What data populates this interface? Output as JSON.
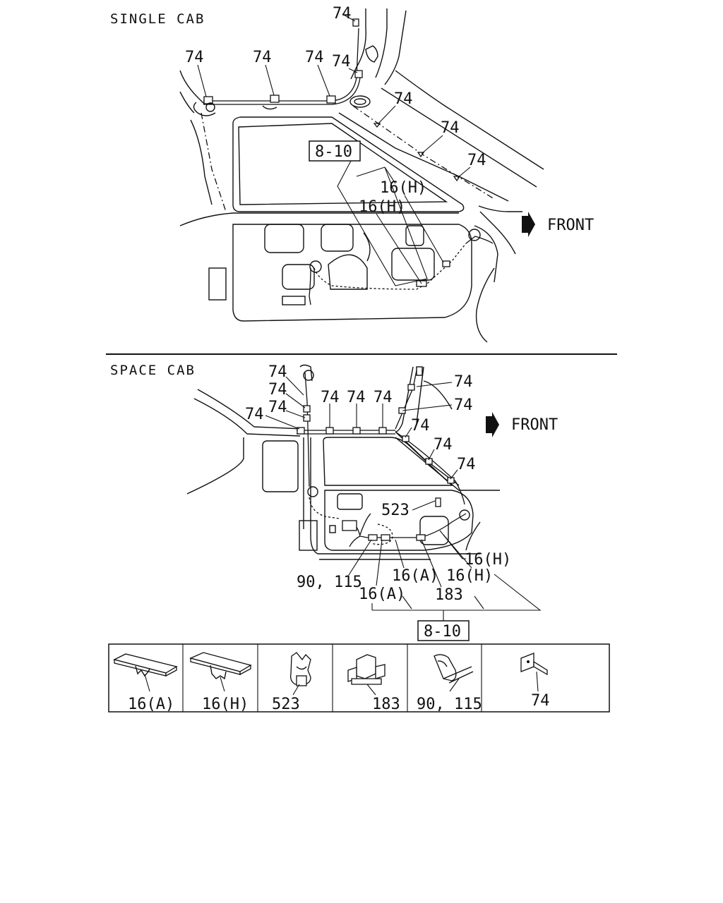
{
  "sections": {
    "single_cab": {
      "title": "SINGLE CAB",
      "front_label": "FRONT",
      "ref_box": "8-10",
      "labels": [
        "74",
        "74",
        "74",
        "74",
        "74",
        "74",
        "74",
        "74",
        "16(H)",
        "16(H)"
      ]
    },
    "space_cab": {
      "title": "SPACE CAB",
      "front_label": "FRONT",
      "ref_box": "8-10",
      "labels": [
        "74",
        "74",
        "74",
        "74",
        "74",
        "74",
        "74",
        "74",
        "74",
        "74",
        "74",
        "74",
        "523",
        "16(H)",
        "16(H)",
        "16(A)",
        "16(A)",
        "90, 115",
        "183"
      ]
    }
  },
  "legend": {
    "cells": [
      {
        "label": "16(A)",
        "icon": "clip-16a-icon"
      },
      {
        "label": "16(H)",
        "icon": "clip-16h-icon"
      },
      {
        "label": "523",
        "icon": "clip-523-icon"
      },
      {
        "label": "183",
        "icon": "clip-183-icon"
      },
      {
        "label": "90, 115",
        "icon": "band-clip-icon"
      },
      {
        "label": "74",
        "icon": "bracket-74-icon"
      }
    ]
  }
}
